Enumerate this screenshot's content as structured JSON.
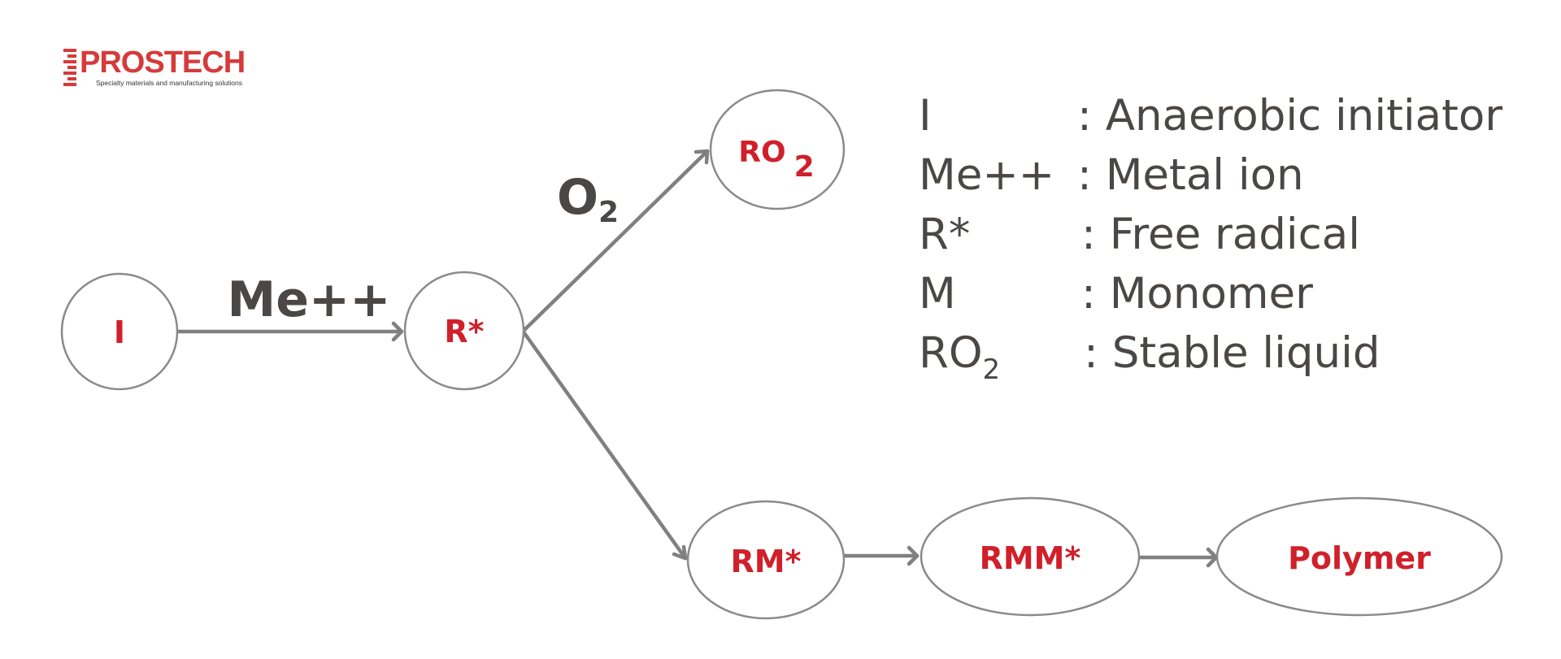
{
  "logo": {
    "name": "PROSTECH",
    "tagline": "Specialty materials and manufacturing solutions",
    "color": "#d63a3a"
  },
  "colors": {
    "node_label": "#d0202a",
    "edge": "#808080",
    "node_border": "#8a8a8a",
    "text_dark": "#4a4744"
  },
  "nodes": {
    "initiator": "I",
    "free_radical": "R*",
    "ro2_base": "RO",
    "ro2_sub": "2",
    "rm": "RM*",
    "rmm": "RMM*",
    "polymer": "Polymer"
  },
  "edges": {
    "metal_ion_label": "Me++",
    "oxygen_base": "O",
    "oxygen_sub": "2"
  },
  "legend": [
    {
      "symbol": "I",
      "definition": ": Anaerobic initiator"
    },
    {
      "symbol": "Me++",
      "definition": ": Metal ion"
    },
    {
      "symbol": "R*",
      "definition": ": Free radical"
    },
    {
      "symbol": "M",
      "definition": ": Monomer"
    },
    {
      "symbol_base": "RO",
      "symbol_sub": "2",
      "definition": ": Stable liquid"
    }
  ]
}
